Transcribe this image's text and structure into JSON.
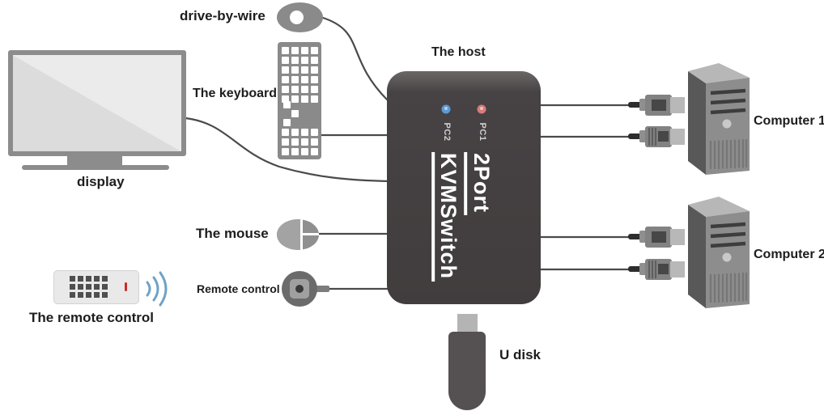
{
  "labels": {
    "drive_by_wire": "drive-by-wire",
    "keyboard": "The keyboard",
    "host": "The host",
    "display": "display",
    "mouse": "The mouse",
    "remote_control": "Remote control",
    "remote_control_full": "The remote control",
    "computer_1": "Computer 1",
    "computer_2": "Computer 2",
    "u_disk": "U disk"
  },
  "kvm": {
    "brand_line1": "2Port",
    "brand_line2": "KVMSwitch",
    "leds": [
      {
        "label": "PC2",
        "color": "#5b9bd5"
      },
      {
        "label": "PC1",
        "color": "#d97b7b"
      }
    ]
  },
  "colors": {
    "wire": "#4a4a4a",
    "ir_waves": "#6fa3c7",
    "remote_power_led": "#cc2a2a"
  },
  "icons": {
    "monitor": "flat-screen-with-stand",
    "receiver_dongle": "ellipse-with-hole",
    "keyboard": "vertical-key-grid",
    "mouse": "ellipse-with-button-cross",
    "remote_dial": "circle-with-rounded-square",
    "ir_remote": "button-grid-with-waves",
    "tower_pc": "3d-tower-case",
    "usb_plug": "usb-connector",
    "usb_drive": "flash-drive"
  }
}
